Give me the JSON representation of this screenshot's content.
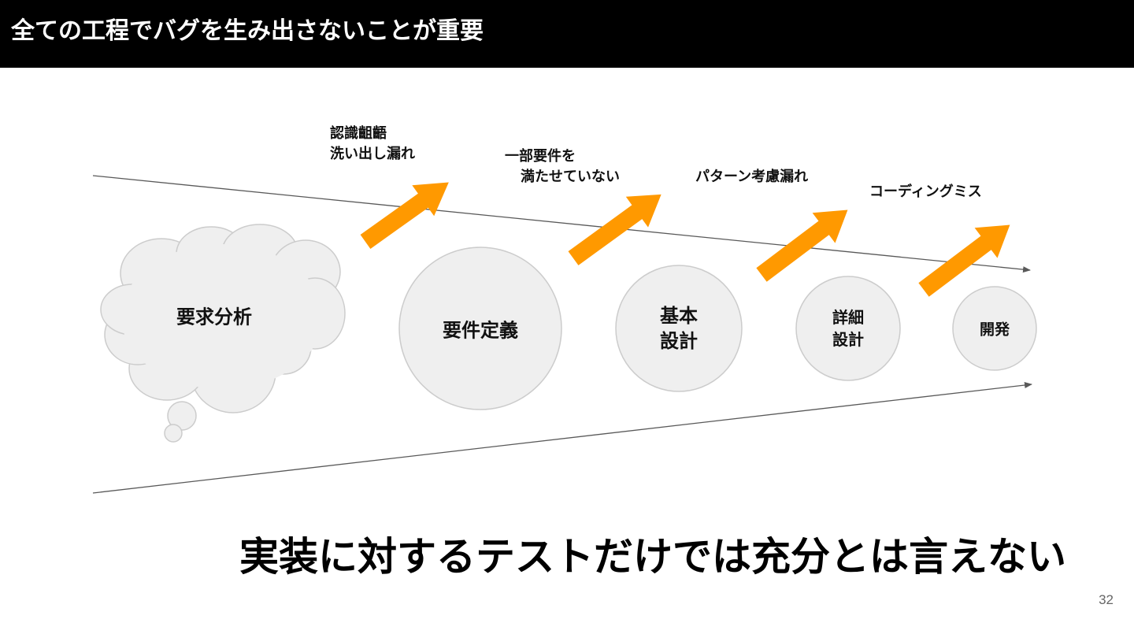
{
  "slide": {
    "title": "全ての工程でバグを生み出さないことが重要",
    "page_number": "32"
  },
  "stages": [
    {
      "label": "要求分析"
    },
    {
      "label": "要件定義"
    },
    {
      "label_line1": "基本",
      "label_line2": "設計"
    },
    {
      "label_line1": "詳細",
      "label_line2": "設計"
    },
    {
      "label": "開発"
    }
  ],
  "bug_notes": [
    {
      "line1": "認識齟齬",
      "line2": "洗い出し漏れ"
    },
    {
      "line1": "一部要件を",
      "line2": "満たせていない"
    },
    {
      "line1": "パターン考慮漏れ"
    },
    {
      "line1": "コーディングミス"
    }
  ],
  "colors": {
    "arrow_orange": "#FF9900",
    "node_fill": "#EFEFEF",
    "node_stroke": "#CCCCCC",
    "guide_line": "#595959"
  },
  "conclusion": "実装に対するテストだけでは充分とは言えない"
}
